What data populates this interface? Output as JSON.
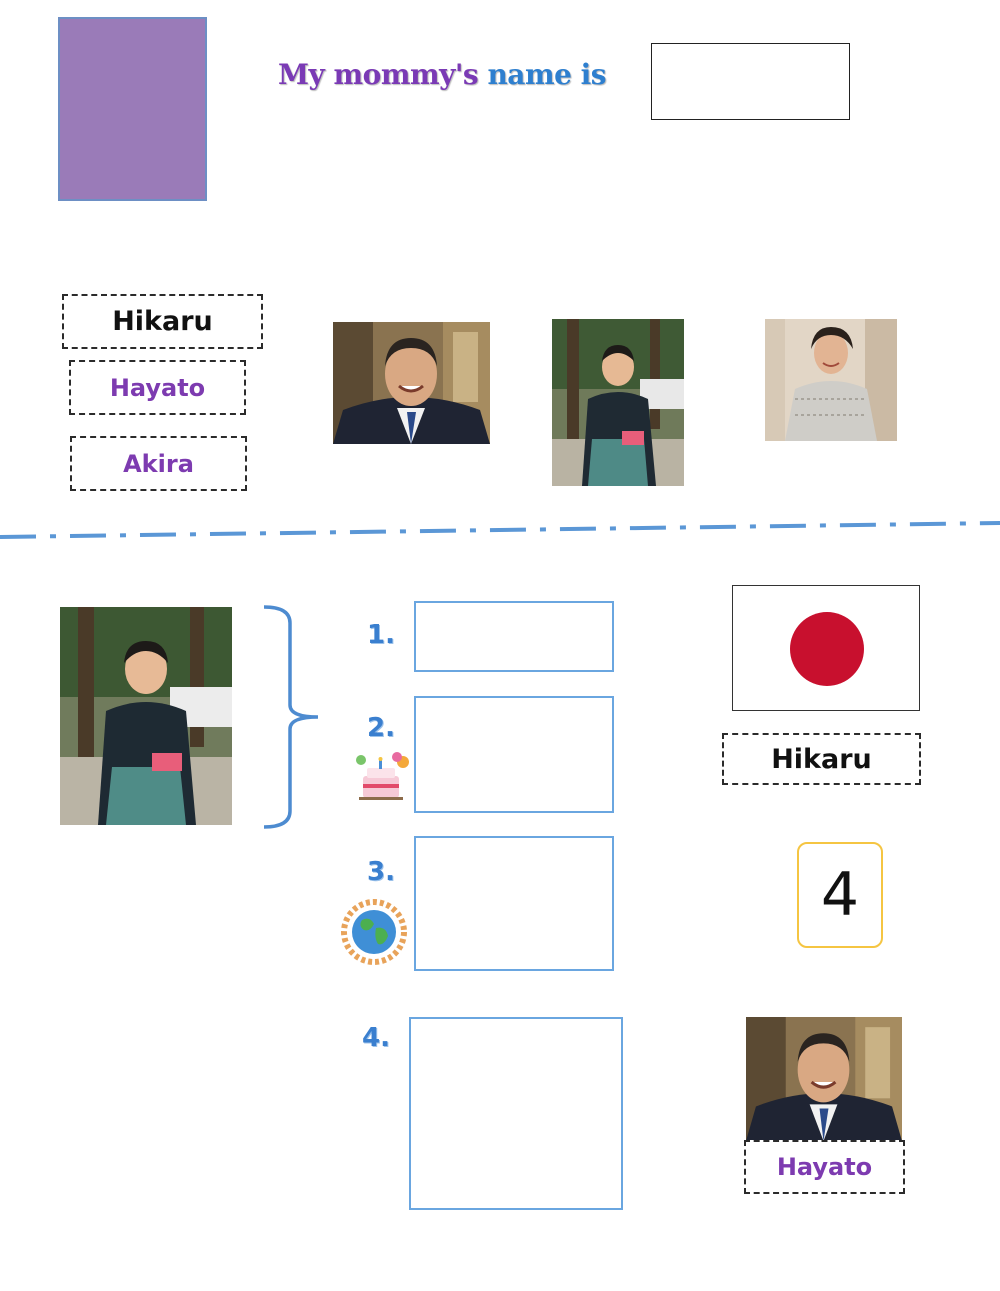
{
  "header": {
    "title_part1": "My mommy's",
    "title_part2": "name is"
  },
  "name_cards": [
    "Hikaru",
    "Hayato",
    "Akira"
  ],
  "photos": {
    "father": "photo of smiling man in suit",
    "boy": "photo of boy in kimono",
    "mother": "photo of woman in crochet top"
  },
  "numbered_items": [
    {
      "number": "1.",
      "icon": null
    },
    {
      "number": "2.",
      "icon": "birthday-cake-icon"
    },
    {
      "number": "3.",
      "icon": "globe-icon"
    },
    {
      "number": "4.",
      "icon": null
    }
  ],
  "answer_options": {
    "flag": "japan-flag-icon",
    "name_card": "Hikaru",
    "age_card": "4",
    "father_name_card": "Hayato"
  },
  "colors": {
    "purple": "#7d3bb0",
    "blue": "#3a7fcf",
    "flag_red": "#c8102e",
    "swatch": "#9a7bb8"
  }
}
